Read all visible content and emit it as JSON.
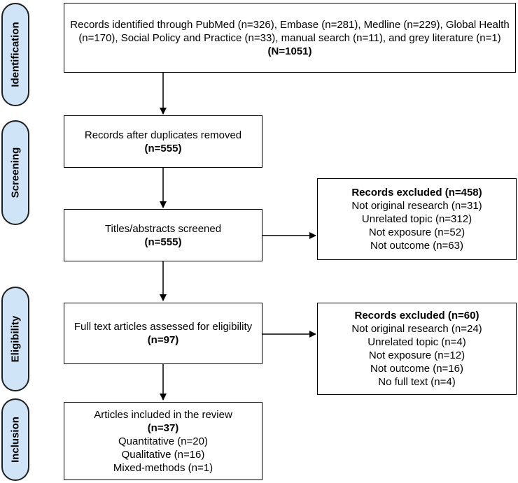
{
  "stages": {
    "identification": "Identification",
    "screening": "Screening",
    "eligibility": "Eligibility",
    "inclusion": "Inclusion"
  },
  "boxes": {
    "identified": {
      "text": "Records identified through PubMed (n=326), Embase (n=281), Medline (n=229), Global Health (n=170), Social Policy and Practice (n=33), manual search (n=11), and grey literature (n=1)",
      "count": "(N=1051)"
    },
    "duplicates_removed": {
      "text": "Records after duplicates removed",
      "count": "(n=555)"
    },
    "screened": {
      "text": "Titles/abstracts screened",
      "count": "(n=555)"
    },
    "excluded_screening": {
      "title": "Records excluded (n=458)",
      "items": [
        "Not original research (n=31)",
        "Unrelated topic (n=312)",
        "Not exposure (n=52)",
        "Not outcome (n=63)"
      ]
    },
    "full_text": {
      "text": "Full text articles assessed for eligibility",
      "count": "(n=97)"
    },
    "excluded_eligibility": {
      "title": "Records excluded (n=60)",
      "items": [
        "Not original research (n=24)",
        "Unrelated topic (n=4)",
        "Not exposure (n=12)",
        "Not outcome (n=16)",
        "No full text (n=4)"
      ]
    },
    "included": {
      "text": "Articles included in the review",
      "count": "(n=37)",
      "items": [
        "Quantitative (n=20)",
        "Qualitative (n=16)",
        "Mixed-methods (n=1)"
      ]
    }
  },
  "colors": {
    "stage_fill": "#cfe5f7",
    "stroke": "#000000"
  }
}
